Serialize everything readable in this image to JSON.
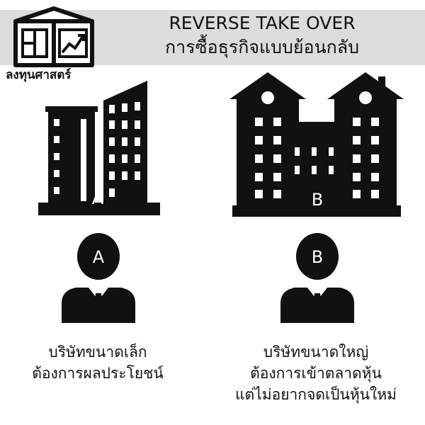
{
  "brand": {
    "name": "ลงทุนศาสตร์",
    "icon": "box-chart-icon"
  },
  "title": {
    "line1": "REVERSE TAKE OVER",
    "line2": "การซื้อธุรกิจแบบย้อนกลับ"
  },
  "left": {
    "building_label": "A",
    "person_label": "A",
    "caption_lines": [
      "บริษัทขนาดเล็ก",
      "ต้องการผลประโยชน์"
    ]
  },
  "right": {
    "building_label": "B",
    "person_label": "B",
    "caption_lines": [
      "บริษัทขนาดใหญ่",
      "ต้องการเข้าตลาดหุ้น",
      "แต่ไม่อยากจดเป็นหุ้นใหม่"
    ]
  },
  "colors": {
    "header_band": "#dcdcdc",
    "ink": "#111111",
    "background": "#ffffff"
  }
}
